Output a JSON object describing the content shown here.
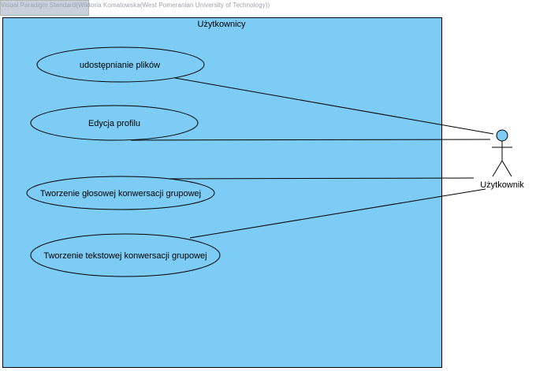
{
  "watermark": "Visual Paradigm Standard(Wiktoria Komatowska(West Pomeranian University of Technology))",
  "system": {
    "title": "Użytkownicy",
    "fill_color": "#7dccf5"
  },
  "actor": {
    "name": "Użytkownik",
    "head_color": "#7dccf5"
  },
  "use_cases": [
    {
      "label": "udostępnianie plików"
    },
    {
      "label": "Edycja profilu"
    },
    {
      "label": "Tworzenie głosowej konwersacji grupowej"
    },
    {
      "label": "Tworzenie tekstowej konwersacji grupowej"
    }
  ]
}
